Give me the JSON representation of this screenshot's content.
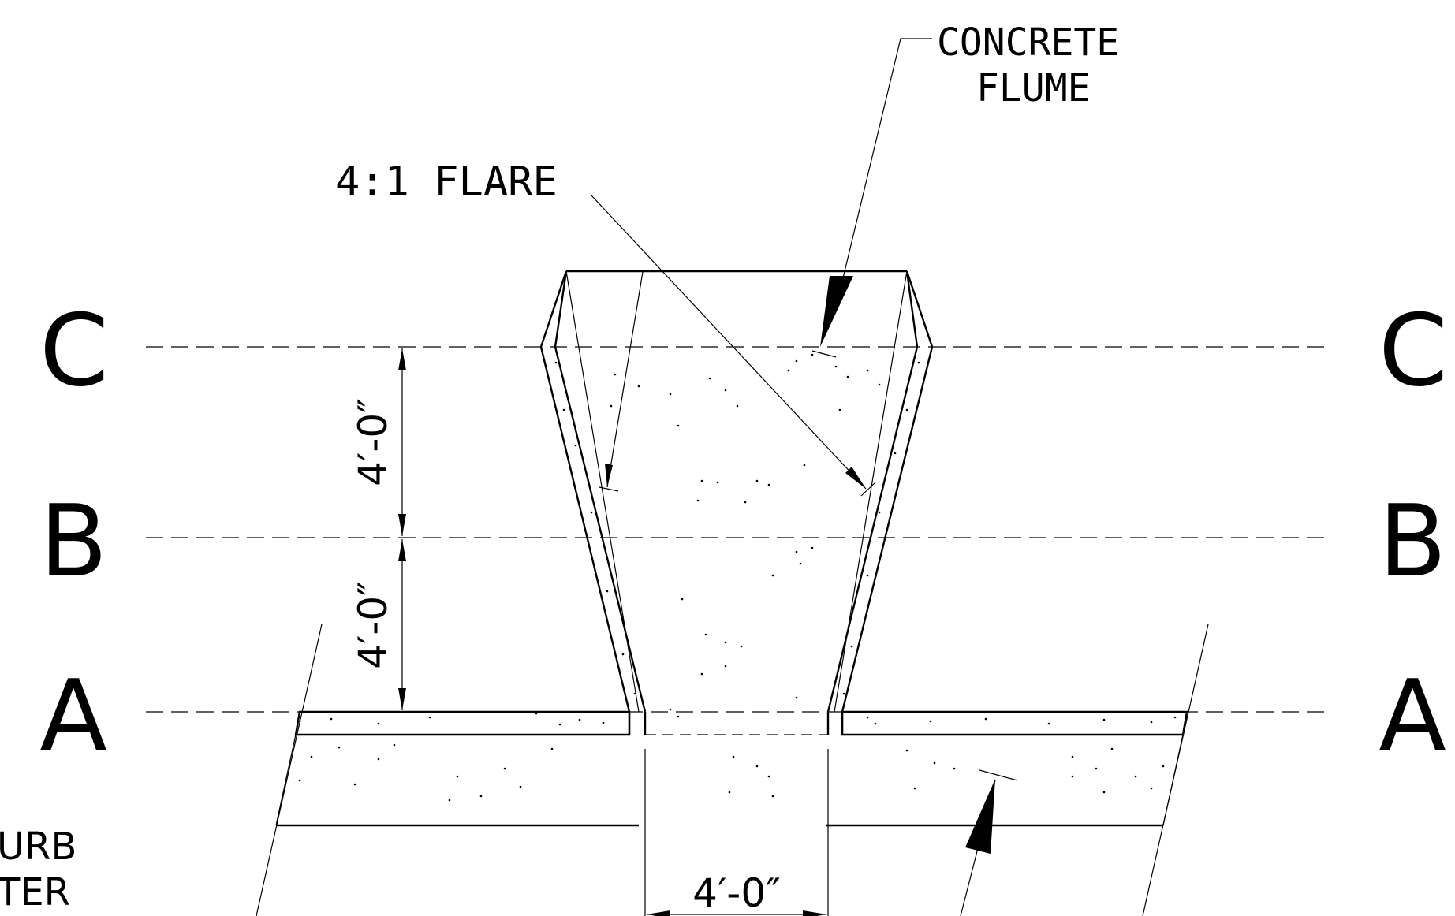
{
  "section_labels": {
    "c_left": "C",
    "c_right": "C",
    "b_left": "B",
    "b_right": "B",
    "a_left": "A",
    "a_right": "A"
  },
  "callouts": {
    "flare": "4:1 FLARE",
    "flume_line1": "CONCRETE",
    "flume_line2": "FLUME",
    "curb_line1": "URB",
    "curb_line2": "TER"
  },
  "dimensions": {
    "c_to_b": "4′-0″",
    "b_to_a": "4′-0″",
    "flume_width": "4′-0″"
  },
  "colors": {
    "line": "#000000",
    "background": "#ffffff"
  }
}
